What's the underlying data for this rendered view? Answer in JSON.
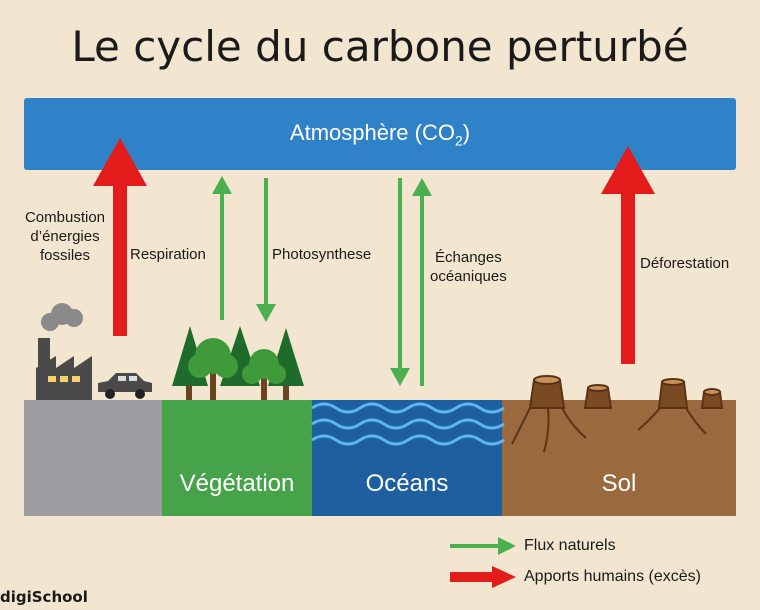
{
  "title": "Le cycle du carbone perturbé",
  "atmosphere": {
    "label": "Atmosphère (CO",
    "sub": "2",
    "close": ")"
  },
  "fluxes": {
    "combustion": [
      "Combustion",
      "d’énergies",
      "fossiles"
    ],
    "respiration": "Respiration",
    "photosynthese": "Photosynthese",
    "echanges": [
      "Échanges",
      "océaniques"
    ],
    "deforestation": "Déforestation"
  },
  "compartments": {
    "vegetation": "Végétation",
    "oceans": "Océans",
    "sol": "Sol"
  },
  "legend": {
    "natural": "Flux naturels",
    "human": "Apports humains (excès)"
  },
  "brand": "digiSchool",
  "colors": {
    "natural_arrow": "#4caf50",
    "human_arrow": "#e31b1b",
    "atmosphere": "#2f82c8",
    "vegetation": "#47a34a",
    "oceans": "#1e5fa0",
    "sol": "#9a6a3e",
    "industry": "#9c9ca0"
  }
}
